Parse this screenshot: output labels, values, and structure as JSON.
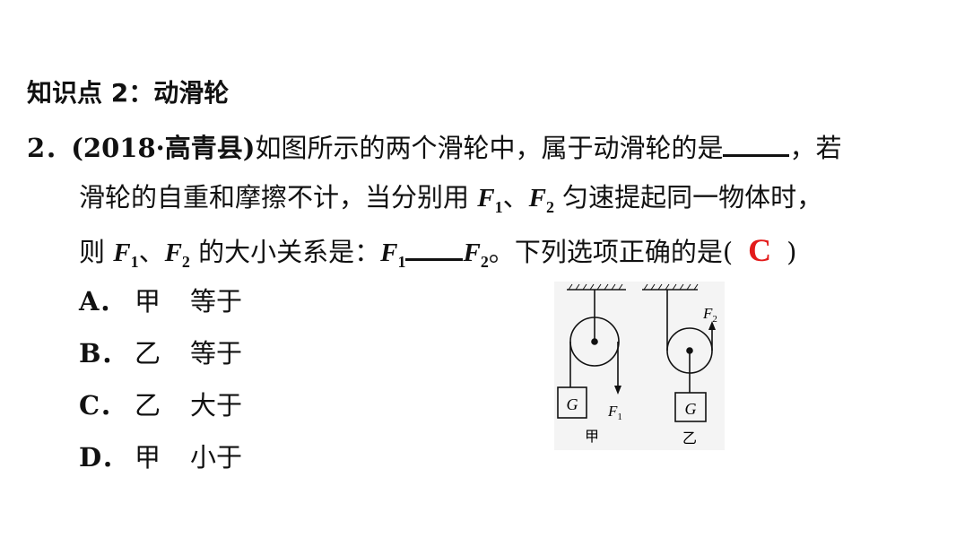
{
  "heading": "知识点 2：动滑轮",
  "question": {
    "number": "2．",
    "source": "(2018·高青县)",
    "text_part1": "如图所示的两个滑轮中，属于动滑轮的是",
    "text_part1_end": "，若",
    "line2_prefix": "滑轮的自重和摩擦不计，当分别用 ",
    "F1": "F",
    "F1_sub": "1",
    "sep": "、",
    "F2": "F",
    "F2_sub": "2",
    "line2_suffix": " 匀速提起同一物体时，",
    "line3_prefix": "则 ",
    "line3_mid": " 的大小关系是：",
    "line3_end": "。下列选项正确的是(",
    "close_paren": ")",
    "answer": "C"
  },
  "options": [
    {
      "label": "A．",
      "w1": "甲",
      "w2": "等于"
    },
    {
      "label": "B．",
      "w1": "乙",
      "w2": "等于"
    },
    {
      "label": "C．",
      "w1": "乙",
      "w2": "大于"
    },
    {
      "label": "D．",
      "w1": "甲",
      "w2": "小于"
    }
  ],
  "diagram": {
    "left_label": "甲",
    "right_label": "乙",
    "weight_label": "G",
    "force1": "F",
    "force1_sub": "1",
    "force2": "F",
    "force2_sub": "2"
  }
}
